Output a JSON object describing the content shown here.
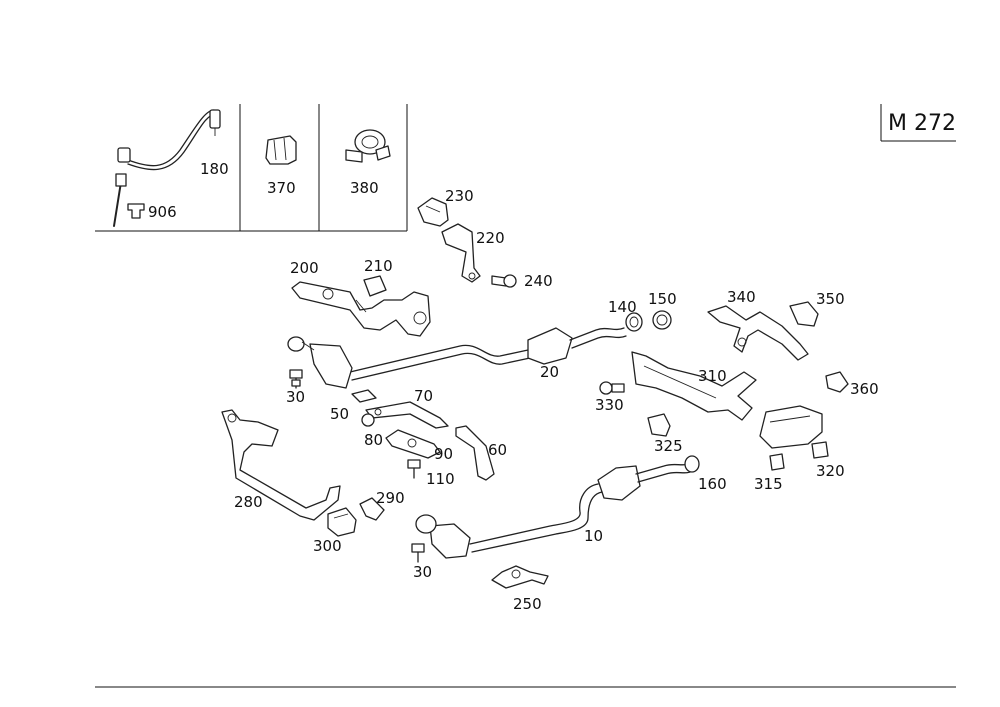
{
  "model_code": "M 272",
  "parts": {
    "p180": "180",
    "p906": "906",
    "p370": "370",
    "p380": "380",
    "p230": "230",
    "p220": "220",
    "p240": "240",
    "p200": "200",
    "p210": "210",
    "p140": "140",
    "p150": "150",
    "p340": "340",
    "p350": "350",
    "p360": "360",
    "p20": "20",
    "p30a": "30",
    "p50": "50",
    "p70": "70",
    "p80": "80",
    "p90": "90",
    "p60": "60",
    "p110": "110",
    "p310": "310",
    "p330": "330",
    "p325": "325",
    "p160": "160",
    "p315": "315",
    "p320": "320",
    "p280": "280",
    "p290": "290",
    "p300": "300",
    "p10": "10",
    "p30b": "30",
    "p250": "250"
  }
}
